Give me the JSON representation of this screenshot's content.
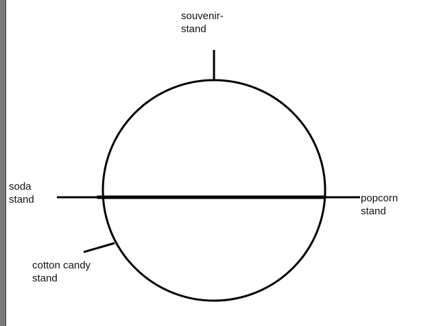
{
  "labels": {
    "souvenir": "souvenir-\nstand",
    "soda": "soda\nstand",
    "popcorn": "popcorn\nstand",
    "cotton_candy": "cotton candy\nstand"
  },
  "colors": {
    "stroke": "#000000",
    "border": "#7a7a7a"
  }
}
